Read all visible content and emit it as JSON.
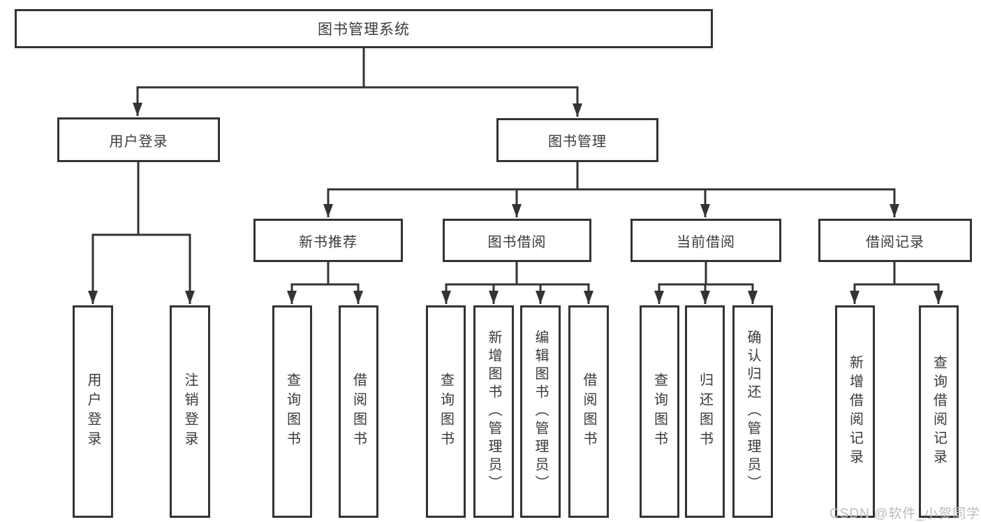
{
  "diagram": {
    "type": "hierarchy-tree",
    "title": "图书管理系统"
  },
  "colors": {
    "line": "#333333",
    "box_border": "#333333",
    "box_fill": "#ffffff",
    "text": "#3a3a3a",
    "watermark": "#bcbcbc"
  },
  "nodes": {
    "root": {
      "label": "图书管理系统"
    },
    "user_login": {
      "label": "用户登录"
    },
    "book_mgmt": {
      "label": "图书管理"
    },
    "new_book": {
      "label": "新书推荐"
    },
    "book_borrow": {
      "label": "图书借阅"
    },
    "cur_borrow": {
      "label": "当前借阅"
    },
    "borrow_rec": {
      "label": "借阅记录"
    },
    "ul_login": {
      "label": "用户登录"
    },
    "ul_logout": {
      "label": "注销登录"
    },
    "nb_query": {
      "label": "查询图书"
    },
    "nb_borrow": {
      "label": "借阅图书"
    },
    "bb_query": {
      "label": "查询图书"
    },
    "bb_add": {
      "label": "新增图书（管理员）"
    },
    "bb_edit": {
      "label": "编辑图书（管理员）"
    },
    "bb_borrow": {
      "label": "借阅图书"
    },
    "cb_query": {
      "label": "查询图书"
    },
    "cb_return": {
      "label": "归还图书"
    },
    "cb_confirm": {
      "label": "确认归还（管理员）"
    },
    "br_add": {
      "label": "新增借阅记录"
    },
    "br_query": {
      "label": "查询借阅记录"
    }
  },
  "edges": [
    [
      "root",
      "user_login"
    ],
    [
      "root",
      "book_mgmt"
    ],
    [
      "user_login",
      "ul_login"
    ],
    [
      "user_login",
      "ul_logout"
    ],
    [
      "book_mgmt",
      "new_book"
    ],
    [
      "book_mgmt",
      "book_borrow"
    ],
    [
      "book_mgmt",
      "cur_borrow"
    ],
    [
      "book_mgmt",
      "borrow_rec"
    ],
    [
      "new_book",
      "nb_query"
    ],
    [
      "new_book",
      "nb_borrow"
    ],
    [
      "book_borrow",
      "bb_query"
    ],
    [
      "book_borrow",
      "bb_add"
    ],
    [
      "book_borrow",
      "bb_edit"
    ],
    [
      "book_borrow",
      "bb_borrow"
    ],
    [
      "cur_borrow",
      "cb_query"
    ],
    [
      "cur_borrow",
      "cb_return"
    ],
    [
      "cur_borrow",
      "cb_confirm"
    ],
    [
      "borrow_rec",
      "br_add"
    ],
    [
      "borrow_rec",
      "br_query"
    ]
  ],
  "watermark": {
    "text": "CSDN @软件_小贺同学"
  }
}
